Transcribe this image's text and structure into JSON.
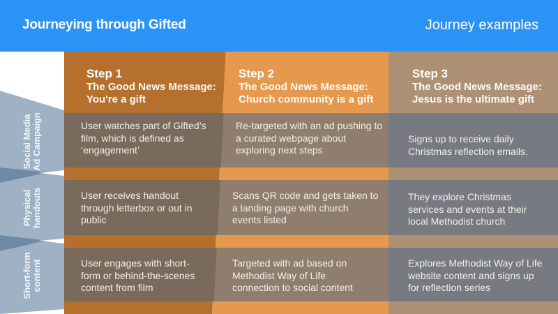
{
  "header": {
    "title": "Journeying through Gifted",
    "subtitle": "Journey examples"
  },
  "colors": {
    "header_blue": "#2C93F6",
    "sidebar_blue": "#9FB1C4",
    "sidebar_separator": "#6F8AA5",
    "step1_header": "#B5702E",
    "step1_cell": "#7A6A5B",
    "step2_header": "#E5994C",
    "step2_cell": "#8F7E6D",
    "step3_header": "#AE9175",
    "step3_cell": "#777B81"
  },
  "steps": [
    {
      "number": "Step 1",
      "message_line1": "The Good News Message:",
      "message_line2": "You're a gift"
    },
    {
      "number": "Step 2",
      "message_line1": "The Good News Message:",
      "message_line2": "Church community is a gift"
    },
    {
      "number": "Step 3",
      "message_line1": "The Good News Message:",
      "message_line2": "Jesus is the ultimate gift"
    }
  ],
  "rows": [
    {
      "label_line1": "Social Media",
      "label_line2": "Ad Campaign",
      "cells": [
        "User watches part of Gifted’s film, which is  defined as ‘engagement’",
        "Re-targeted with an ad pushing to a curated webpage about exploring next steps",
        "Signs up to receive daily Christmas reflection emails."
      ]
    },
    {
      "label_line1": "Physical",
      "label_line2": "handouts",
      "cells": [
        "User receives handout through letterbox or out in public",
        "Scans QR code and gets taken to a landing page with church events listed",
        "They explore Christmas services and events at their local Methodist church"
      ]
    },
    {
      "label_line1": "Short-form",
      "label_line2": "content",
      "cells": [
        "User engages with short-form or behind-the-scenes content from film",
        "Targeted with ad based on Methodist Way of Life connection to social content",
        "Explores Methodist Way of Life website content and signs up for reflection series"
      ]
    }
  ]
}
